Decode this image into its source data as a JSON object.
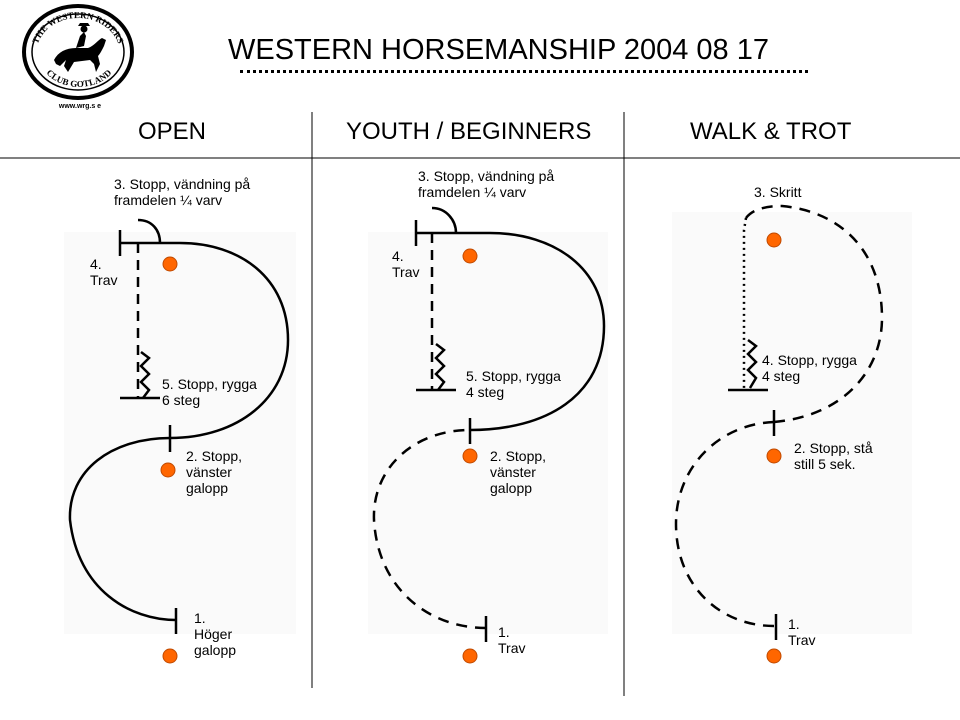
{
  "title": "WESTERN HORSEMANSHIP 2004 08 17",
  "logo": {
    "text_top": "THE WESTERN RIDERS",
    "text_bottom": "CLUB GOTLAND",
    "url": "www.wrg.s e"
  },
  "columns": [
    {
      "heading": "OPEN",
      "labels": {
        "start": "1.\nHöger\ngalopp",
        "stop2": "2. Stopp,\nvänster\ngalopp",
        "turn3": "3. Stopp, vändning på\nframdelen ¼ varv",
        "trot4": "4.\nTrav",
        "back5": "5. Stopp, rygga\n6 steg"
      }
    },
    {
      "heading": "YOUTH / BEGINNERS",
      "labels": {
        "start": "1.\nTrav",
        "stop2": "2. Stopp,\nvänster\ngalopp",
        "turn3": "3. Stopp, vändning på\nframdelen ¼ varv",
        "trot4": "4.\nTrav",
        "back5": "5. Stopp, rygga\n4 steg"
      }
    },
    {
      "heading": "WALK & TROT",
      "labels": {
        "start": "1.\nTrav",
        "stop2": "2. Stopp, stå\nstill 5 sek.",
        "walk3": "3. Skritt",
        "back4": "4. Stopp, rygga\n4 steg"
      }
    }
  ],
  "colors": {
    "cone": "#ff6600",
    "cone_outline": "#c04a00",
    "line": "#000000",
    "panel_bg": "#fafafa"
  }
}
